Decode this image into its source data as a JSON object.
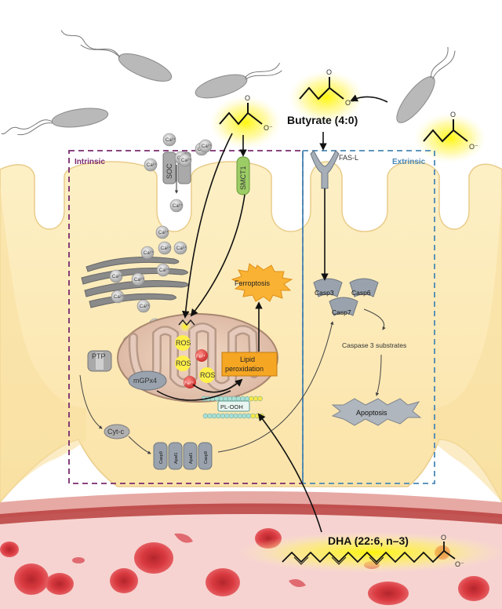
{
  "regions": {
    "intrinsic": "Intrinsic",
    "extrinsic": "Extrinsic"
  },
  "molecules": {
    "butyrate": "Butyrate (4:0)",
    "dha": "DHA (22:6, n–3)",
    "carbonyl_o": "O",
    "anion_o": "O⁻"
  },
  "labels": {
    "soc": "SOC",
    "smct1": "SMCT1",
    "fas_l": "FAS-L",
    "ferroptosis": "Ferroptosis",
    "lipid_peroxidation_1": "Lipid",
    "lipid_peroxidation_2": "peroxidation",
    "ros": "ROS",
    "fe": "Fe²⁺",
    "mgpx4": "mGPx4",
    "ptp": "PTP",
    "pl_ooh": "PL-OOH",
    "cyt_c": "Cyt-c",
    "casp3": "Casp3",
    "casp6": "Casp6",
    "casp7": "Casp7",
    "casp9": "Casp9",
    "apaf1": "Apaf1",
    "caspase3_substrates": "Caspase 3 substrates",
    "apoptosis": "Apoptosis",
    "ca": "Ca²⁺"
  },
  "colors": {
    "intrinsic_border": "#7a2a6e",
    "extrinsic_border": "#4a88b4",
    "cell": "#fbe6b0",
    "blood": "#f2c6c6",
    "rbc": "#d93a40",
    "highlight": "#fff04a",
    "ferroptosis": "#f9b233",
    "lipid_box": "#f5a623",
    "smct1": "#9ccc65",
    "fe": "#e53935"
  }
}
